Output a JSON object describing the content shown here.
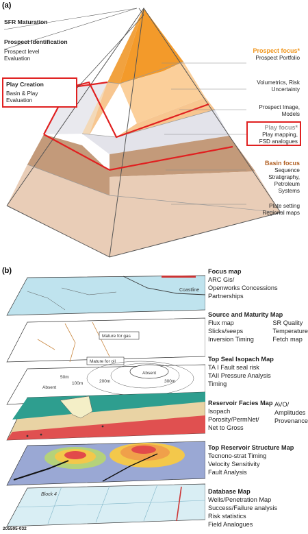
{
  "panel_a": {
    "label": "(a)",
    "left_labels": {
      "sfr": "SFR Maturation",
      "prospect_title": "Prospect Identification",
      "prospect_sub": [
        "Prospect level",
        "Evaluation"
      ],
      "play_title": "Play Creation",
      "play_sub": [
        "Basin & Play",
        "Evaluation"
      ]
    },
    "right_labels": {
      "prospect_focus": "Prospect focus*",
      "prospect_portfolio": "Prospect Portfolio",
      "volumetrics": [
        "Volumetrics, Risk",
        "Uncertainty"
      ],
      "prospect_image": [
        "Prospect Image,",
        "Models"
      ],
      "play_focus": "Play focus*",
      "play_mapping": [
        "Play mapping,",
        "FSD analogues"
      ],
      "basin_focus": "Basin focus",
      "sequence": [
        "Sequence",
        "Stratigraphy,",
        "Petroleum",
        "Systems"
      ],
      "plate": [
        "Plate setting",
        "Regional maps"
      ]
    },
    "colors": {
      "highlight_red": "#e02020",
      "prospect_orange": "#f0961e",
      "basin_brown": "#b15f22",
      "play_grey": "#9a9a9a"
    }
  },
  "panel_b": {
    "label": "(b)",
    "map_labels": {
      "mature_for_gas": "Mature for gas",
      "mature_for_oil": "Mature for oil",
      "absent_1": "Absent",
      "absent_2": "Absent",
      "block": "Block 4",
      "depth_100": "100m",
      "depth_200": "200m",
      "depth_300": "300m",
      "iso_50": "50m",
      "coastline": "Coastline"
    },
    "sections": [
      {
        "title": "Focus map",
        "items": [
          "ARC Gis/",
          "Openworks Concessions",
          "Partnerships"
        ]
      },
      {
        "title": "Source and Maturity Map",
        "col1": [
          "Flux map",
          "Slicks/seeps",
          "Inversion Timing"
        ],
        "col2": [
          "SR Quality",
          "Temperature",
          "Fetch map"
        ]
      },
      {
        "title": "Top Seal Isopach Map",
        "items": [
          "TA I Fault seal risk",
          "TAII Pressure Analysis",
          "Timing"
        ]
      },
      {
        "title": "Reservoir Facies Map",
        "col1": [
          "Isopach",
          "Porosity/PermNet/",
          "Net to Gross"
        ],
        "col2": [
          "AVO/",
          "Amplitudes",
          "Provenance"
        ]
      },
      {
        "title": "Top Reservoir Structure Map",
        "items": [
          "Tecnono-strat Timing",
          "Velocity Sensitivity",
          "Fault Analysis"
        ]
      },
      {
        "title": "Database Map",
        "items": [
          "Wells/Penetration Map",
          "Success/Failure analysis",
          "Risk statistics",
          "Field Analogues"
        ]
      }
    ]
  },
  "figure_id": "205595-032"
}
